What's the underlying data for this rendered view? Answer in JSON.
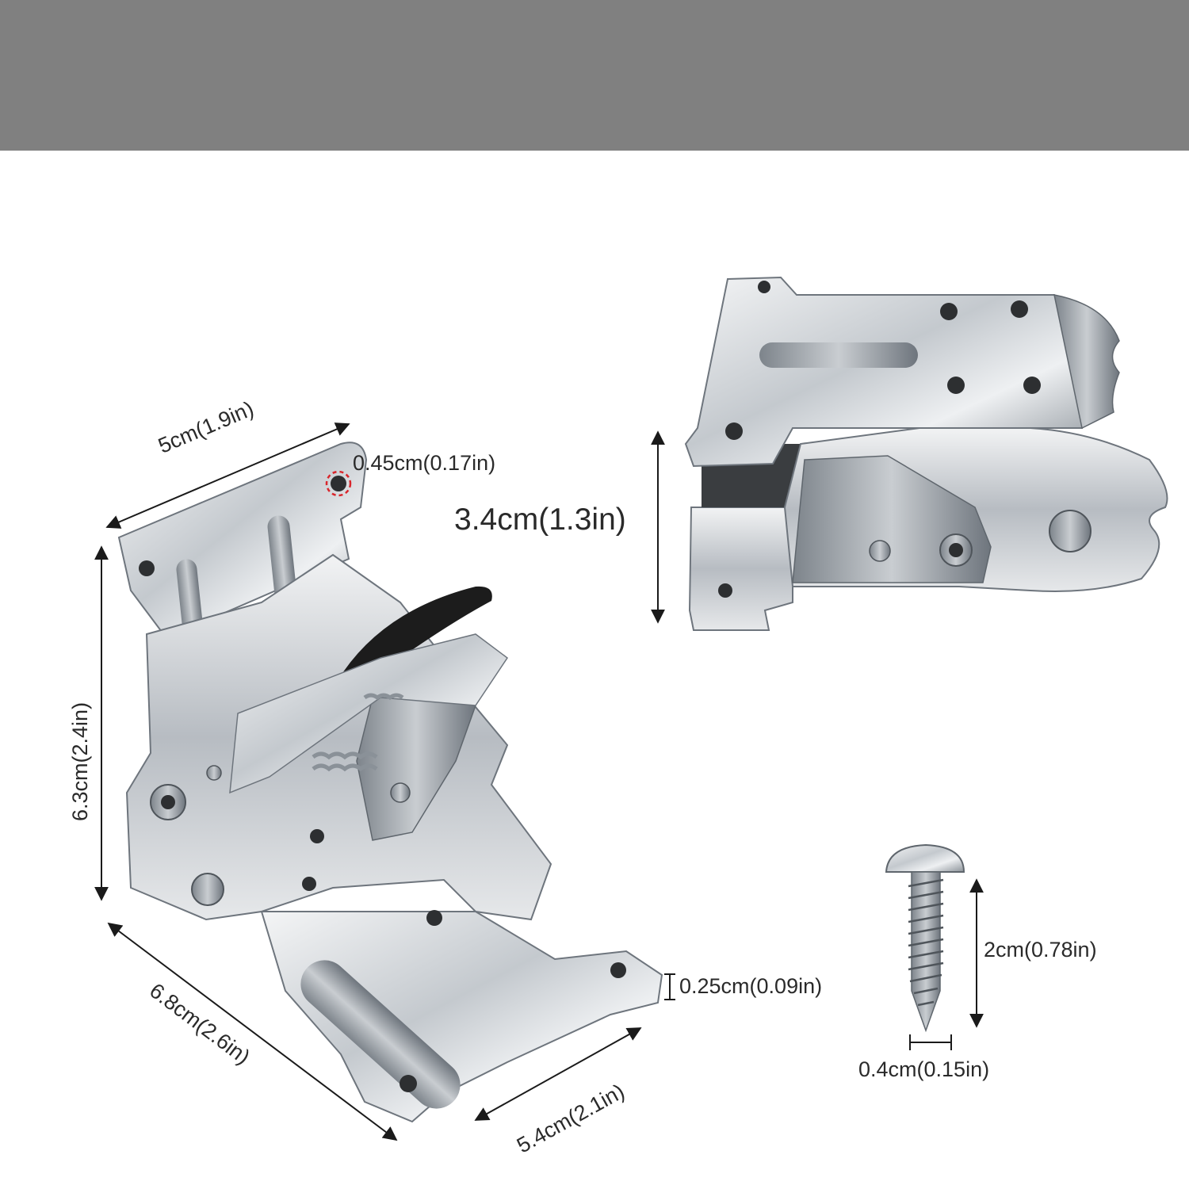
{
  "colors": {
    "banner": "#808080",
    "background": "#ffffff",
    "steel_light": "#eef0f2",
    "steel_mid": "#b9bec4",
    "steel_dark": "#6e757d",
    "dimension_line": "#1a1a1a",
    "hole_highlight": "#d9262c",
    "lever": "#1c1c1c"
  },
  "dimensions": {
    "bracket_top_width": "5cm(1.9in)",
    "mounting_hole": "0.45cm(0.17in)",
    "bracket_height": "6.3cm(2.4in)",
    "bracket_length": "6.8cm(2.6in)",
    "bracket_base_width": "5.4cm(2.1in)",
    "plate_thickness": "0.25cm(0.09in)",
    "folded_height": "3.4cm(1.3in)",
    "screw_length": "2cm(0.78in)",
    "screw_diameter": "0.4cm(0.15in)"
  },
  "illustrations": [
    {
      "name": "open-bracket-illustration",
      "icon": "folding-bracket-open"
    },
    {
      "name": "folded-bracket-illustration",
      "icon": "folding-bracket-folded"
    },
    {
      "name": "screw-illustration",
      "icon": "pan-head-screw"
    }
  ]
}
